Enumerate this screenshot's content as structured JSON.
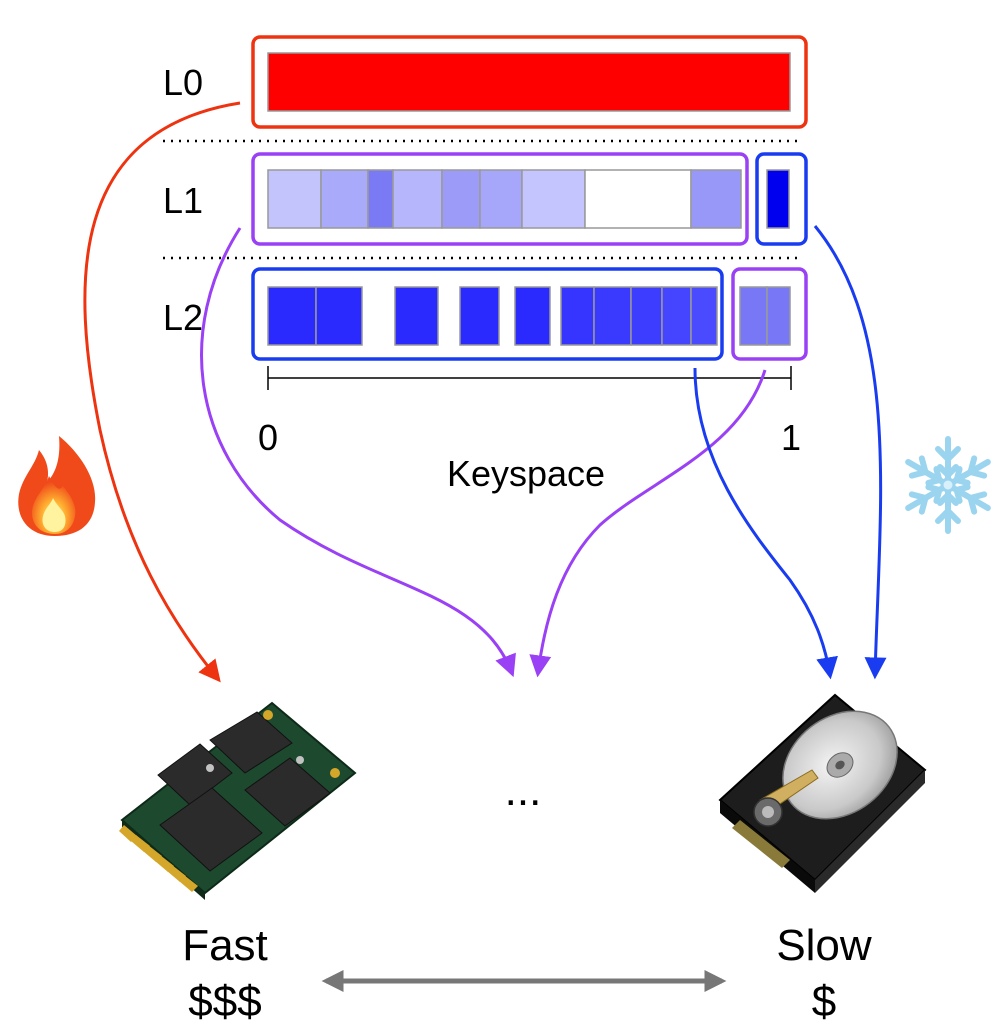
{
  "levels": [
    {
      "label": "L0"
    },
    {
      "label": "L1"
    },
    {
      "label": "L2"
    }
  ],
  "axis": {
    "start_label": "0",
    "end_label": "1",
    "title": "Keyspace"
  },
  "tiers": {
    "fast": {
      "speed": "Fast",
      "cost": "$$$"
    },
    "middle": {
      "ellipsis": "..."
    },
    "slow": {
      "speed": "Slow",
      "cost": "$"
    }
  },
  "icons": {
    "hot": "fire-icon",
    "cold": "snowflake-icon",
    "fast_device": "ssd-icon",
    "slow_device": "hard-disk-icon"
  },
  "colors": {
    "hot_arrow": "#ee3311",
    "warm_arrow": "#9a40f5",
    "cold_arrow": "#1a3cf0",
    "bidirectional_arrow": "#777777",
    "l0_fill": "#ff0000"
  }
}
